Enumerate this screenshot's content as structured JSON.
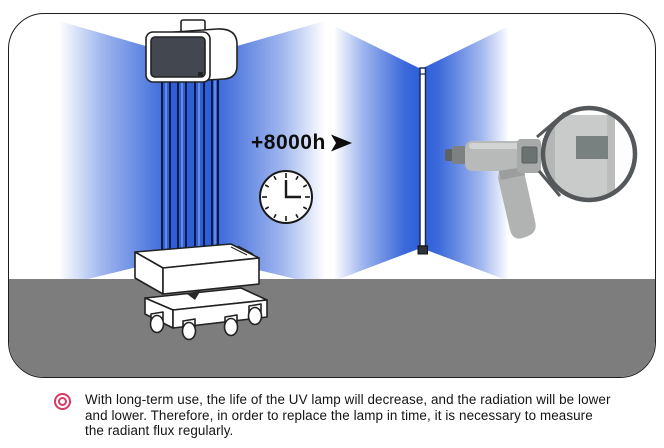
{
  "colors": {
    "beam_blue": "#2d5ed8",
    "lamp_tube_blue": "#2d5fd6",
    "floor_gray": "#7d7d7d",
    "frame_border": "#1d1d1d",
    "caption_bullet_red": "#d63a63",
    "text_ink": "#141414"
  },
  "annotation": {
    "duration_label": "+8000h"
  },
  "icons": {
    "arrow": "right-arrow",
    "clock": "clock-showing-3-oclock",
    "bullet": "double-ring-target"
  },
  "caption": {
    "lines": [
      "With long-term use, the life of the UV lamp will decrease, and the radiation will be lower",
      "and lower. Therefore, in order to replace the lamp in time, it is necessary to measure",
      "the radiant flux regularly."
    ]
  }
}
